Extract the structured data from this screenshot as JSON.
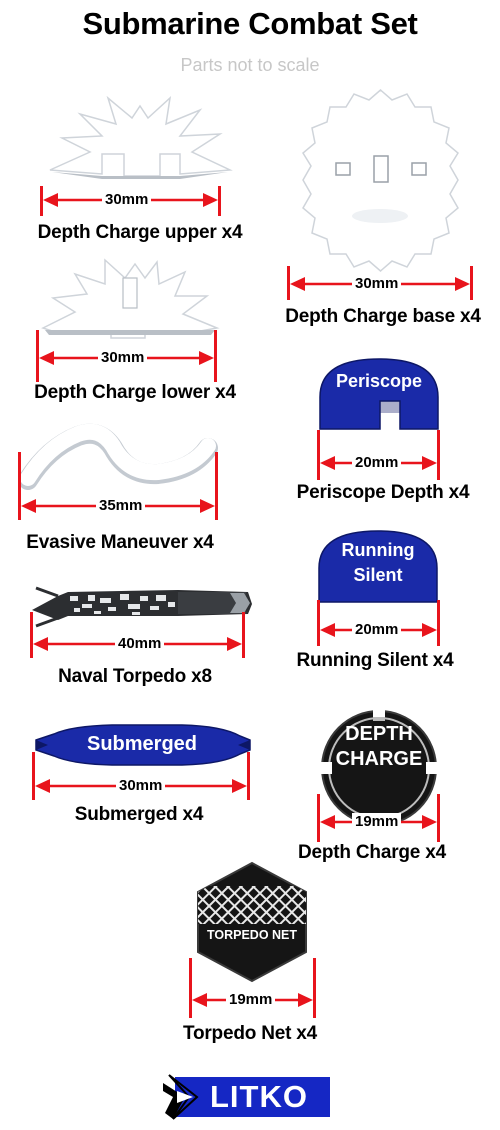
{
  "header": {
    "title": "Submarine Combat Set",
    "subtitle": "Parts not to scale"
  },
  "items": [
    {
      "name": "Depth Charge upper x4",
      "size": "30mm"
    },
    {
      "name": "Depth Charge base x4",
      "size": "30mm"
    },
    {
      "name": "Depth Charge lower x4",
      "size": "30mm"
    },
    {
      "name": "Periscope Depth x4",
      "size": "20mm",
      "token_text": "Periscope"
    },
    {
      "name": "Evasive Maneuver x4",
      "size": "35mm"
    },
    {
      "name": "Running Silent x4",
      "size": "20mm",
      "token_text": [
        "Running",
        "Silent"
      ]
    },
    {
      "name": "Naval Torpedo x8",
      "size": "40mm"
    },
    {
      "name": "Submerged x4",
      "size": "30mm",
      "token_text": "Submerged"
    },
    {
      "name": "Depth Charge x4",
      "size": "19mm",
      "token_text": [
        "DEPTH",
        "CHARGE"
      ]
    },
    {
      "name": "Torpedo Net x4",
      "size": "19mm",
      "token_text": "TORPEDO NET"
    }
  ],
  "brand": {
    "name": "LITKO"
  },
  "colors": {
    "dimension_arrow": "#e8141c",
    "token_blue": "#1a2aa8",
    "token_black": "#151515"
  }
}
